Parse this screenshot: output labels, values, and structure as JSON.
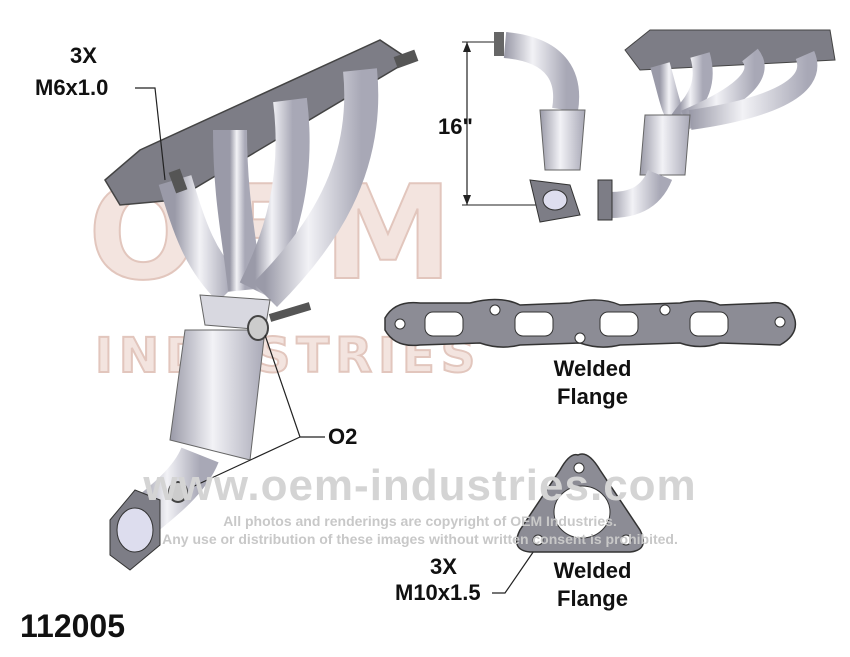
{
  "part_number": "112005",
  "watermark": {
    "logo_top": "OEM",
    "logo_bottom": "INDUSTRIES",
    "url": "www.oem-industries.com",
    "copyright_line1": "All photos and renderings are copyright of OEM Industries.",
    "copyright_line2": "Any use or distribution of these images without written consent is prohibited."
  },
  "callouts": {
    "top_stud_qty": "3X",
    "top_stud_size": "M6x1.0",
    "length": "16\"",
    "flange1_line1": "Welded",
    "flange1_line2": "Flange",
    "o2": "O2",
    "bottom_stud_qty": "3X",
    "bottom_stud_size": "M10x1.5",
    "flange2_line1": "Welded",
    "flange2_line2": "Flange"
  },
  "colors": {
    "metal": "#c9c9d4",
    "gasket": "#8c8c95",
    "watermark": "#ead2cc"
  }
}
